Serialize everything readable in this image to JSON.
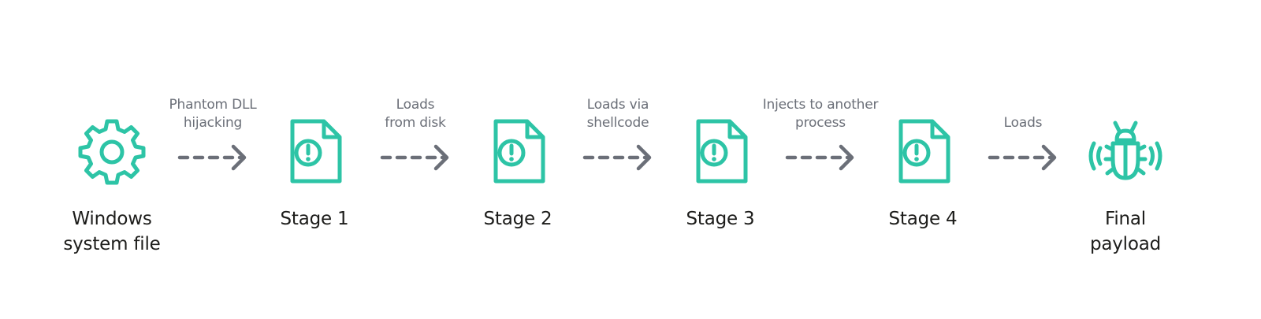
{
  "colors": {
    "accent": "#2dc4a6",
    "arrow": "#6b6f78",
    "text": "#1d1d1b",
    "edge_text": "#6b6f78"
  },
  "nodes": [
    {
      "icon": "gear-icon",
      "label": "Windows\nsystem file"
    },
    {
      "icon": "warning-document-icon",
      "label": "Stage 1"
    },
    {
      "icon": "warning-document-icon",
      "label": "Stage 2"
    },
    {
      "icon": "warning-document-icon",
      "label": "Stage 3"
    },
    {
      "icon": "warning-document-icon",
      "label": "Stage 4"
    },
    {
      "icon": "bug-icon",
      "label": "Final\npayload"
    }
  ],
  "edges": [
    {
      "label": "Phantom DLL\nhijacking"
    },
    {
      "label": "Loads\nfrom disk"
    },
    {
      "label": "Loads via\nshellcode"
    },
    {
      "label": "Injects to another\nprocess"
    },
    {
      "label": "Loads"
    }
  ]
}
